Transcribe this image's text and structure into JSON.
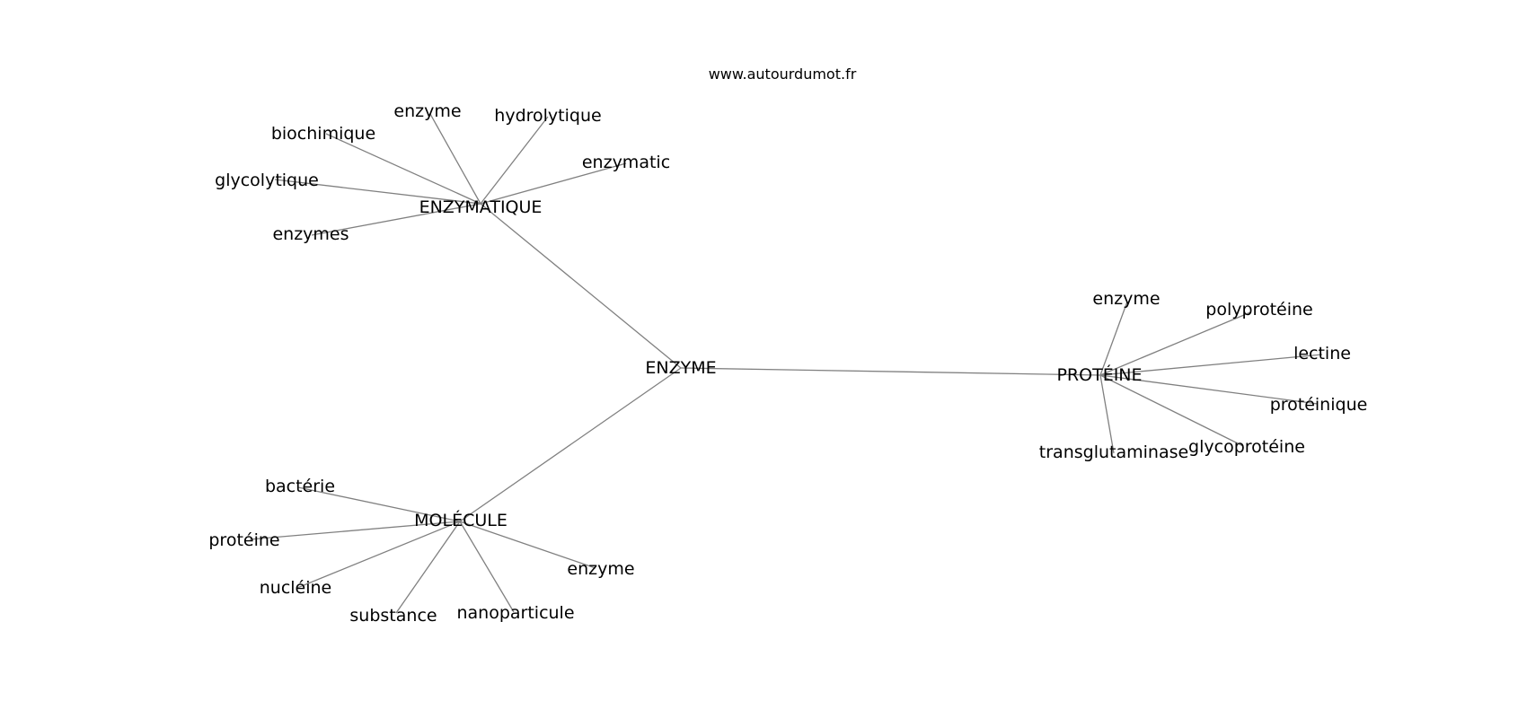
{
  "site": "www.autourdumot.fr",
  "center": "ENZYME",
  "clusters": [
    {
      "hub": "ENZYMATIQUE",
      "leaves": [
        "enzyme",
        "hydrolytique",
        "enzymatic",
        "biochimique",
        "glycolytique",
        "enzymes"
      ]
    },
    {
      "hub": "PROTÉINE",
      "leaves": [
        "enzyme",
        "polyprotéine",
        "lectine",
        "protéinique",
        "glycoprotéine",
        "transglutaminase"
      ]
    },
    {
      "hub": "MOLÉCULE",
      "leaves": [
        "bactérie",
        "protéine",
        "nucléine",
        "substance",
        "nanoparticule",
        "enzyme"
      ]
    }
  ]
}
